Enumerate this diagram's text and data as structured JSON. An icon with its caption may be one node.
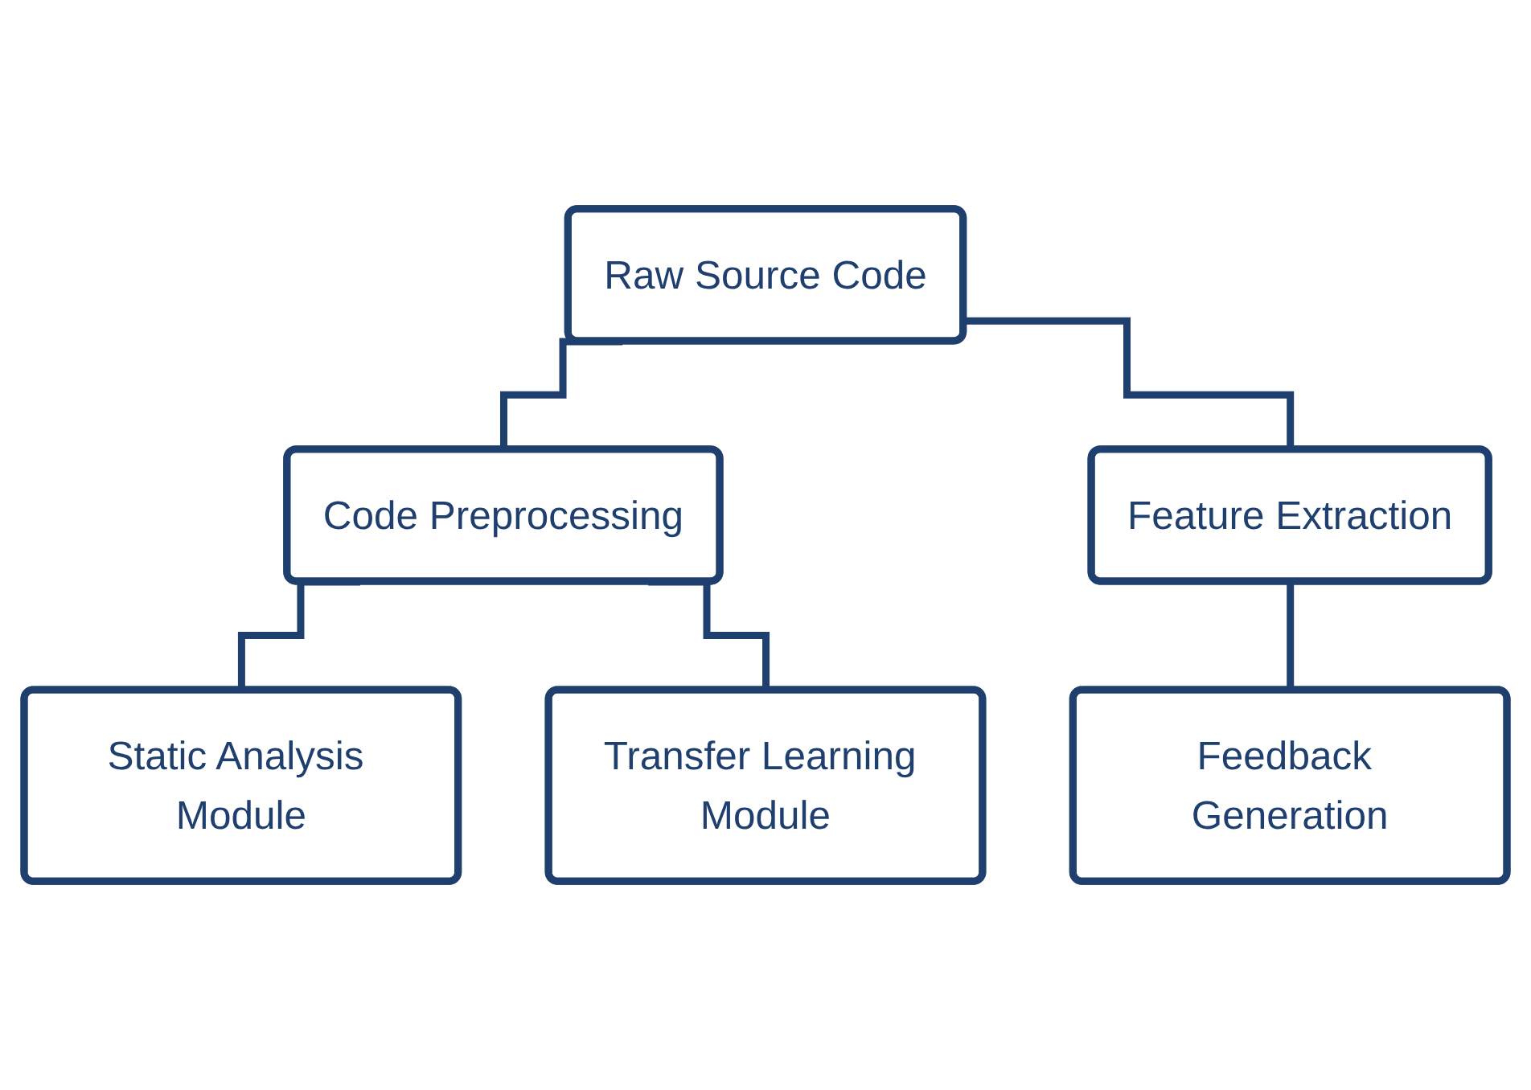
{
  "diagram": {
    "nodes": [
      {
        "text": [
          "Raw Source Code"
        ]
      },
      {
        "text": [
          "Code Preprocessing"
        ]
      },
      {
        "text": [
          "Feature Extraction"
        ]
      },
      {
        "text": [
          "Static Analysis Module"
        ]
      },
      {
        "text": [
          "Transfer Learning Module"
        ]
      },
      {
        "text": [
          "Feedback Generation"
        ]
      }
    ],
    "edges": [
      {
        "from": 0,
        "to": 1,
        "arrow": "none"
      },
      {
        "from": 0,
        "to": 2,
        "arrow": "none"
      },
      {
        "from": 1,
        "to": 3,
        "arrow": "none"
      },
      {
        "from": 1,
        "to": 4,
        "arrow": "none"
      },
      {
        "from": 2,
        "to": 5,
        "arrow": "none"
      }
    ]
  }
}
